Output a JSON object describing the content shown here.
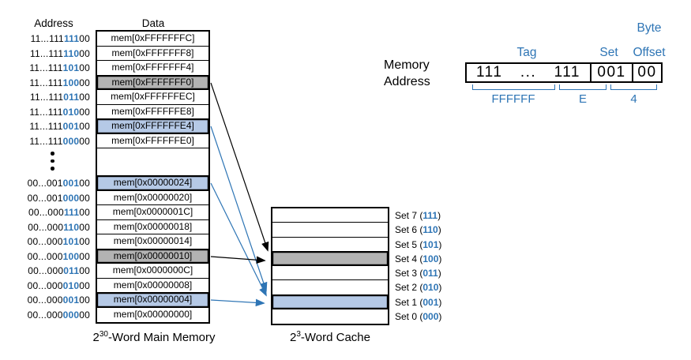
{
  "palette": {
    "accent_blue": "#2e75b5",
    "highlight_blue": "#b5c9e6",
    "highlight_gray": "#b3b3b3"
  },
  "main_memory": {
    "address_header": "Address",
    "data_header": "Data",
    "caption": {
      "base": "2",
      "sup": "30",
      "rest": "-Word Main Memory"
    },
    "rows_top": [
      {
        "prefix": "11...111",
        "set": "111",
        "offset": "00",
        "data": "mem[0xFFFFFFFC]",
        "highlight": ""
      },
      {
        "prefix": "11...111",
        "set": "110",
        "offset": "00",
        "data": "mem[0xFFFFFFF8]",
        "highlight": ""
      },
      {
        "prefix": "11...111",
        "set": "101",
        "offset": "00",
        "data": "mem[0xFFFFFFF4]",
        "highlight": ""
      },
      {
        "prefix": "11...111",
        "set": "100",
        "offset": "00",
        "data": "mem[0xFFFFFFF0]",
        "highlight": "gray"
      },
      {
        "prefix": "11...111",
        "set": "011",
        "offset": "00",
        "data": "mem[0xFFFFFFEC]",
        "highlight": ""
      },
      {
        "prefix": "11...111",
        "set": "010",
        "offset": "00",
        "data": "mem[0xFFFFFFE8]",
        "highlight": ""
      },
      {
        "prefix": "11...111",
        "set": "001",
        "offset": "00",
        "data": "mem[0xFFFFFFE4]",
        "highlight": "blue"
      },
      {
        "prefix": "11...111",
        "set": "000",
        "offset": "00",
        "data": "mem[0xFFFFFFE0]",
        "highlight": ""
      }
    ],
    "rows_bottom": [
      {
        "prefix": "00...001",
        "set": "001",
        "offset": "00",
        "data": "mem[0x00000024]",
        "highlight": "blue"
      },
      {
        "prefix": "00...001",
        "set": "000",
        "offset": "00",
        "data": "mem[0x00000020]",
        "highlight": ""
      },
      {
        "prefix": "00...000",
        "set": "111",
        "offset": "00",
        "data": "mem[0x0000001C]",
        "highlight": ""
      },
      {
        "prefix": "00...000",
        "set": "110",
        "offset": "00",
        "data": "mem[0x00000018]",
        "highlight": ""
      },
      {
        "prefix": "00...000",
        "set": "101",
        "offset": "00",
        "data": "mem[0x00000014]",
        "highlight": ""
      },
      {
        "prefix": "00...000",
        "set": "100",
        "offset": "00",
        "data": "mem[0x00000010]",
        "highlight": "gray"
      },
      {
        "prefix": "00...000",
        "set": "011",
        "offset": "00",
        "data": "mem[0x0000000C]",
        "highlight": ""
      },
      {
        "prefix": "00...000",
        "set": "010",
        "offset": "00",
        "data": "mem[0x00000008]",
        "highlight": ""
      },
      {
        "prefix": "00...000",
        "set": "001",
        "offset": "00",
        "data": "mem[0x00000004]",
        "highlight": "blue"
      },
      {
        "prefix": "00...000",
        "set": "000",
        "offset": "00",
        "data": "mem[0x00000000]",
        "highlight": ""
      }
    ]
  },
  "cache": {
    "caption": {
      "base": "2",
      "sup": "3",
      "rest": "-Word Cache"
    },
    "sets": [
      {
        "pre": "Set 7 (",
        "bits": "111",
        "suf": ")",
        "highlight": ""
      },
      {
        "pre": "Set 6 (",
        "bits": "110",
        "suf": ")",
        "highlight": ""
      },
      {
        "pre": "Set 5 (",
        "bits": "101",
        "suf": ")",
        "highlight": ""
      },
      {
        "pre": "Set 4 (",
        "bits": "100",
        "suf": ")",
        "highlight": "gray"
      },
      {
        "pre": "Set 3 (",
        "bits": "011",
        "suf": ")",
        "highlight": ""
      },
      {
        "pre": "Set 2 (",
        "bits": "010",
        "suf": ")",
        "highlight": ""
      },
      {
        "pre": "Set 1 (",
        "bits": "001",
        "suf": ")",
        "highlight": "blue"
      },
      {
        "pre": "Set 0 (",
        "bits": "000",
        "suf": ")",
        "highlight": ""
      }
    ]
  },
  "address_breakdown": {
    "label_line1": "Memory",
    "label_line2": "Address",
    "byte_label": "Byte",
    "tag_label": "Tag",
    "set_label": "Set",
    "offset_label": "Offset",
    "tag_msb": "111",
    "tag_dots": "...",
    "tag_lsb": "111",
    "set_bits": "001",
    "offset_bits": "00",
    "hex_tag": "FFFFFF",
    "hex_mid": "E",
    "hex_low": "4"
  }
}
